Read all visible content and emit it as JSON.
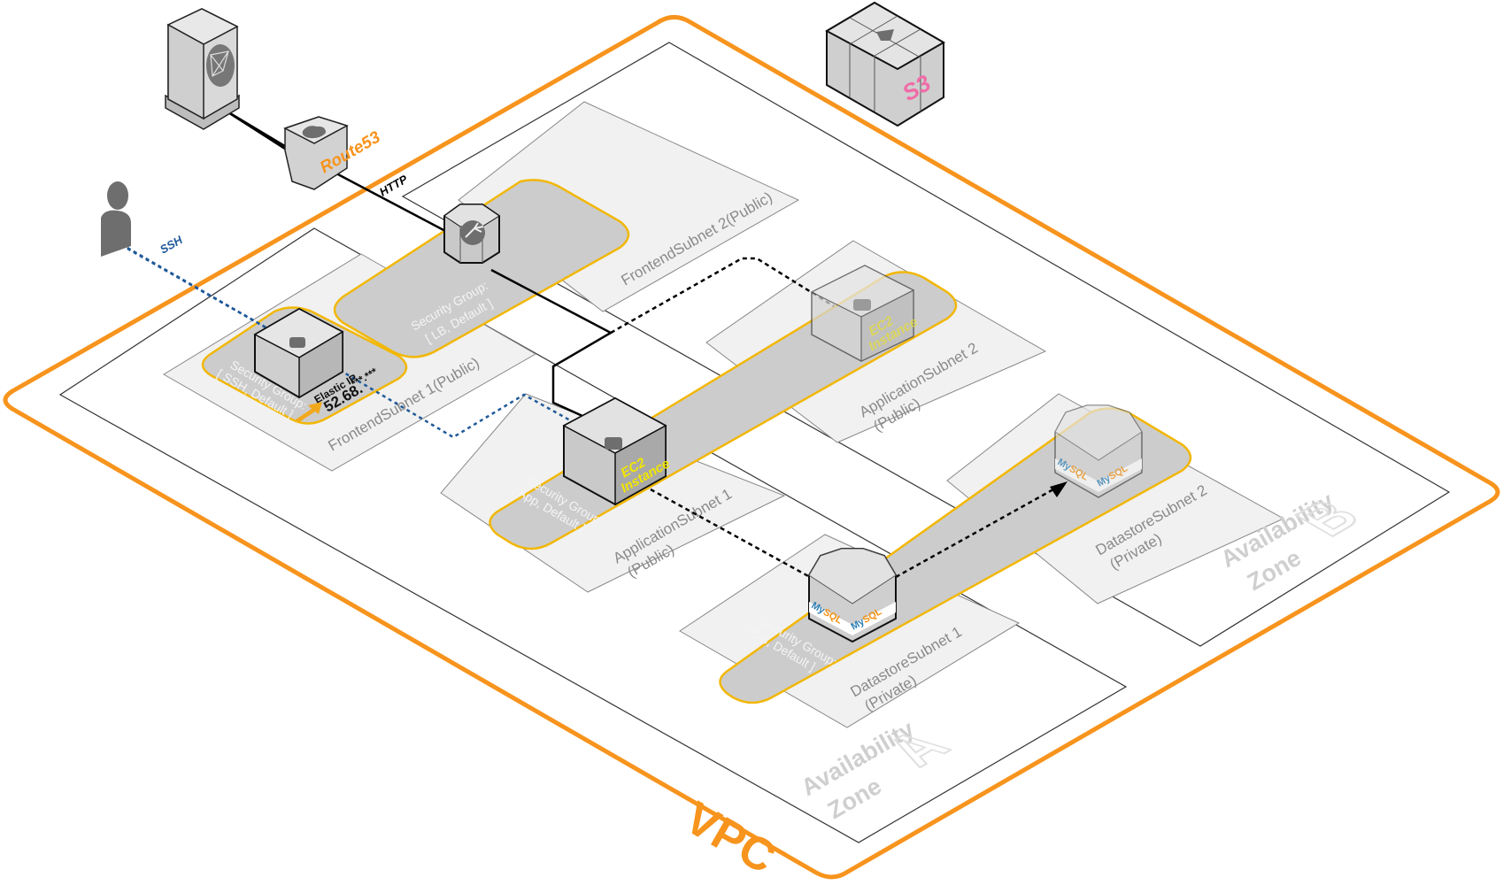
{
  "diagram": {
    "type": "aws-architecture-isometric",
    "vpc": {
      "label": "VPC",
      "color": "#f7941d"
    },
    "availability_zones": [
      {
        "id": "A",
        "label_line1": "Availability",
        "label_line2": "Zone",
        "letter": "A"
      },
      {
        "id": "B",
        "label_line1": "Availability",
        "label_line2": "Zone",
        "letter": "B"
      }
    ],
    "subnets": {
      "frontend1": {
        "label": "FrontendSubnet 1(Public)"
      },
      "frontend2": {
        "label": "FrontendSubnet 2(Public)"
      },
      "application1": {
        "label_line1": "ApplicationSubnet 1",
        "label_line2": "(Public)"
      },
      "application2": {
        "label_line1": "ApplicationSubnet 2",
        "label_line2": "(Public)"
      },
      "datastore1": {
        "label_line1": "DatastoreSubnet 1",
        "label_line2": "(Private)"
      },
      "datastore2": {
        "label_line1": "DatastoreSubnet 2",
        "label_line2": "(Private)"
      }
    },
    "security_groups": {
      "ssh": {
        "line1": "Security Group:",
        "line2": "[ SSH, Default ]"
      },
      "lb": {
        "line1": "Security Group:",
        "line2": "[ LB, Default ]"
      },
      "app": {
        "line1": "Security Group:",
        "line2": "[ App, Default ]"
      },
      "db": {
        "line1": "Security Group:",
        "line2": "[ DB, Default ]"
      }
    },
    "nodes": {
      "internet": {
        "icon": "internet-globe-icon"
      },
      "route53": {
        "label": "Route53",
        "icon": "route53-icon"
      },
      "user": {
        "icon": "user-icon"
      },
      "s3": {
        "label": "S3",
        "icon": "s3-bucket-icon"
      },
      "load_balancer": {
        "icon": "load-balancer-icon"
      },
      "bastion": {
        "icon": "ec2-instance-icon"
      },
      "ec2_primary": {
        "line1": "EC2",
        "line2": "Instance"
      },
      "ec2_secondary": {
        "line1": "EC2",
        "line2": "Instance"
      },
      "db_primary": {
        "my": "My",
        "sql": "SQL"
      },
      "db_standby": {
        "my": "My",
        "sql": "SQL"
      }
    },
    "elastic_ip": {
      "title": "Elastic IP",
      "value": "52.68.",
      "masked": "***.***"
    },
    "connections": {
      "http": {
        "label": "HTTP",
        "color": "#000000"
      },
      "ssh": {
        "label": "SSH",
        "color": "#1f5a99"
      }
    },
    "colors": {
      "vpc_orange": "#f7941d",
      "sg_yellow": "#f2b705",
      "subnet_fill": "#f1f1f1",
      "sg_fill": "#cccccc",
      "ssh_blue": "#1f5a99",
      "s3_pink": "#f06ca8",
      "ec2_yellow": "#f2e500"
    }
  }
}
